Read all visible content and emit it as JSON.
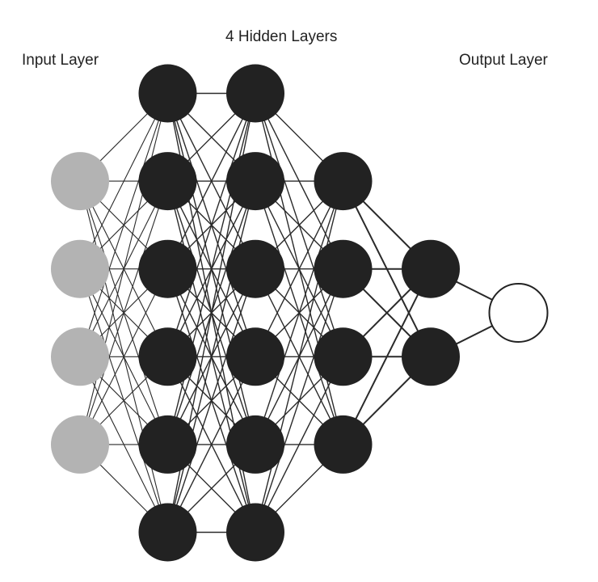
{
  "title": "4 Hidden Layers",
  "labels": {
    "input": "Input Layer",
    "hidden": "4 Hidden Layers",
    "output": "Output Layer"
  },
  "colors": {
    "input_node": "#b3b3b3",
    "hidden_node": "#222222",
    "output_node_fill": "#ffffff",
    "output_node_stroke": "#222222",
    "edge": "#2a2a2a"
  },
  "layers": [
    {
      "name": "input",
      "type": "input",
      "size": 4
    },
    {
      "name": "hidden-1",
      "type": "hidden",
      "size": 6
    },
    {
      "name": "hidden-2",
      "type": "hidden",
      "size": 6
    },
    {
      "name": "hidden-3",
      "type": "hidden",
      "size": 4
    },
    {
      "name": "hidden-4",
      "type": "hidden",
      "size": 2
    },
    {
      "name": "output",
      "type": "output",
      "size": 1
    }
  ],
  "connectivity": "fully-connected"
}
